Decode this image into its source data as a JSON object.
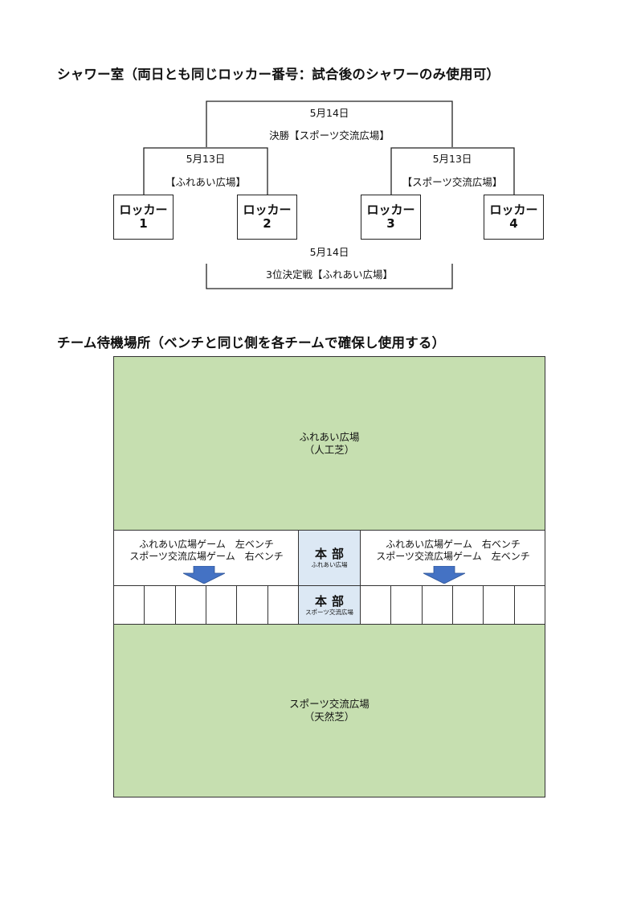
{
  "headings": {
    "shower": "シャワー室（両日とも同じロッカー番号：試合後のシャワーのみ使用可）",
    "waiting": "チーム待機場所（ベンチと同じ側を各チームで確保し使用する）"
  },
  "bracket": {
    "final": {
      "date": "5月14日",
      "title": "決勝【スポーツ交流広場】"
    },
    "semi_left": {
      "date": "5月13日",
      "venue": "【ふれあい広場】"
    },
    "semi_right": {
      "date": "5月13日",
      "venue": "【スポーツ交流広場】"
    },
    "third_place": {
      "date": "5月14日",
      "title": "3位決定戦【ふれあい広場】"
    },
    "lockers": [
      {
        "label": "ロッカー",
        "number": "1"
      },
      {
        "label": "ロッカー",
        "number": "2"
      },
      {
        "label": "ロッカー",
        "number": "3"
      },
      {
        "label": "ロッカー",
        "number": "4"
      }
    ]
  },
  "layout_map": {
    "field_top": {
      "name": "ふれあい広場",
      "surface": "（人工芝）",
      "color": "#c6dfb0"
    },
    "field_bottom": {
      "name": "スポーツ交流広場",
      "surface": "（天然芝）",
      "color": "#c6dfb0"
    },
    "bench_left": {
      "line1": "ふれあい広場ゲーム　左ベンチ",
      "line2": "スポーツ交流広場ゲーム　右ベンチ"
    },
    "bench_right": {
      "line1": "ふれあい広場ゲーム　右ベンチ",
      "line2": "スポーツ交流広場ゲーム　左ベンチ"
    },
    "hq_top": {
      "title": "本部",
      "sub": "ふれあい広場",
      "color": "#dce8f4"
    },
    "hq_bottom": {
      "title": "本部",
      "sub": "スポーツ交流広場",
      "color": "#dce8f4"
    },
    "arrow_color": "#4472c4"
  }
}
